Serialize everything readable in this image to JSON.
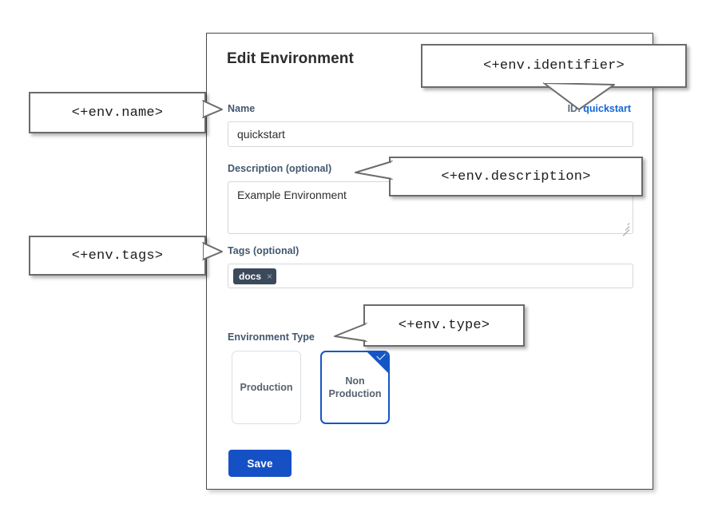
{
  "dialog": {
    "title": "Edit Environment",
    "fields": {
      "name": {
        "label": "Name",
        "value": "quickstart",
        "placeholder": ""
      },
      "identifier": {
        "key": "ID:",
        "value": "quickstart"
      },
      "description": {
        "label": "Description (optional)",
        "value": "Example Environment",
        "placeholder": ""
      },
      "tags": {
        "label": "Tags (optional)",
        "placeholder": "",
        "chips": [
          {
            "text": "docs",
            "remove_icon": "×"
          }
        ]
      },
      "environment_type": {
        "label": "Environment Type",
        "options": [
          {
            "text": "Production",
            "selected": false
          },
          {
            "text": "Non Production",
            "line1": "Non",
            "line2": "Production",
            "selected": true
          }
        ]
      }
    },
    "save_label": "Save"
  },
  "callouts": [
    {
      "id": "name",
      "text": "<+env.name>"
    },
    {
      "id": "identifier",
      "text": "<+env.identifier>"
    },
    {
      "id": "description",
      "text": "<+env.description>"
    },
    {
      "id": "tags",
      "text": "<+env.tags>"
    },
    {
      "id": "type",
      "text": "<+env.type>"
    }
  ],
  "colors": {
    "accent_blue": "#1650c5",
    "link_blue": "#1565d8",
    "label_slate": "#41576e",
    "chip_dark": "#3b4a5a",
    "card_border_selected": "#1457c4"
  }
}
